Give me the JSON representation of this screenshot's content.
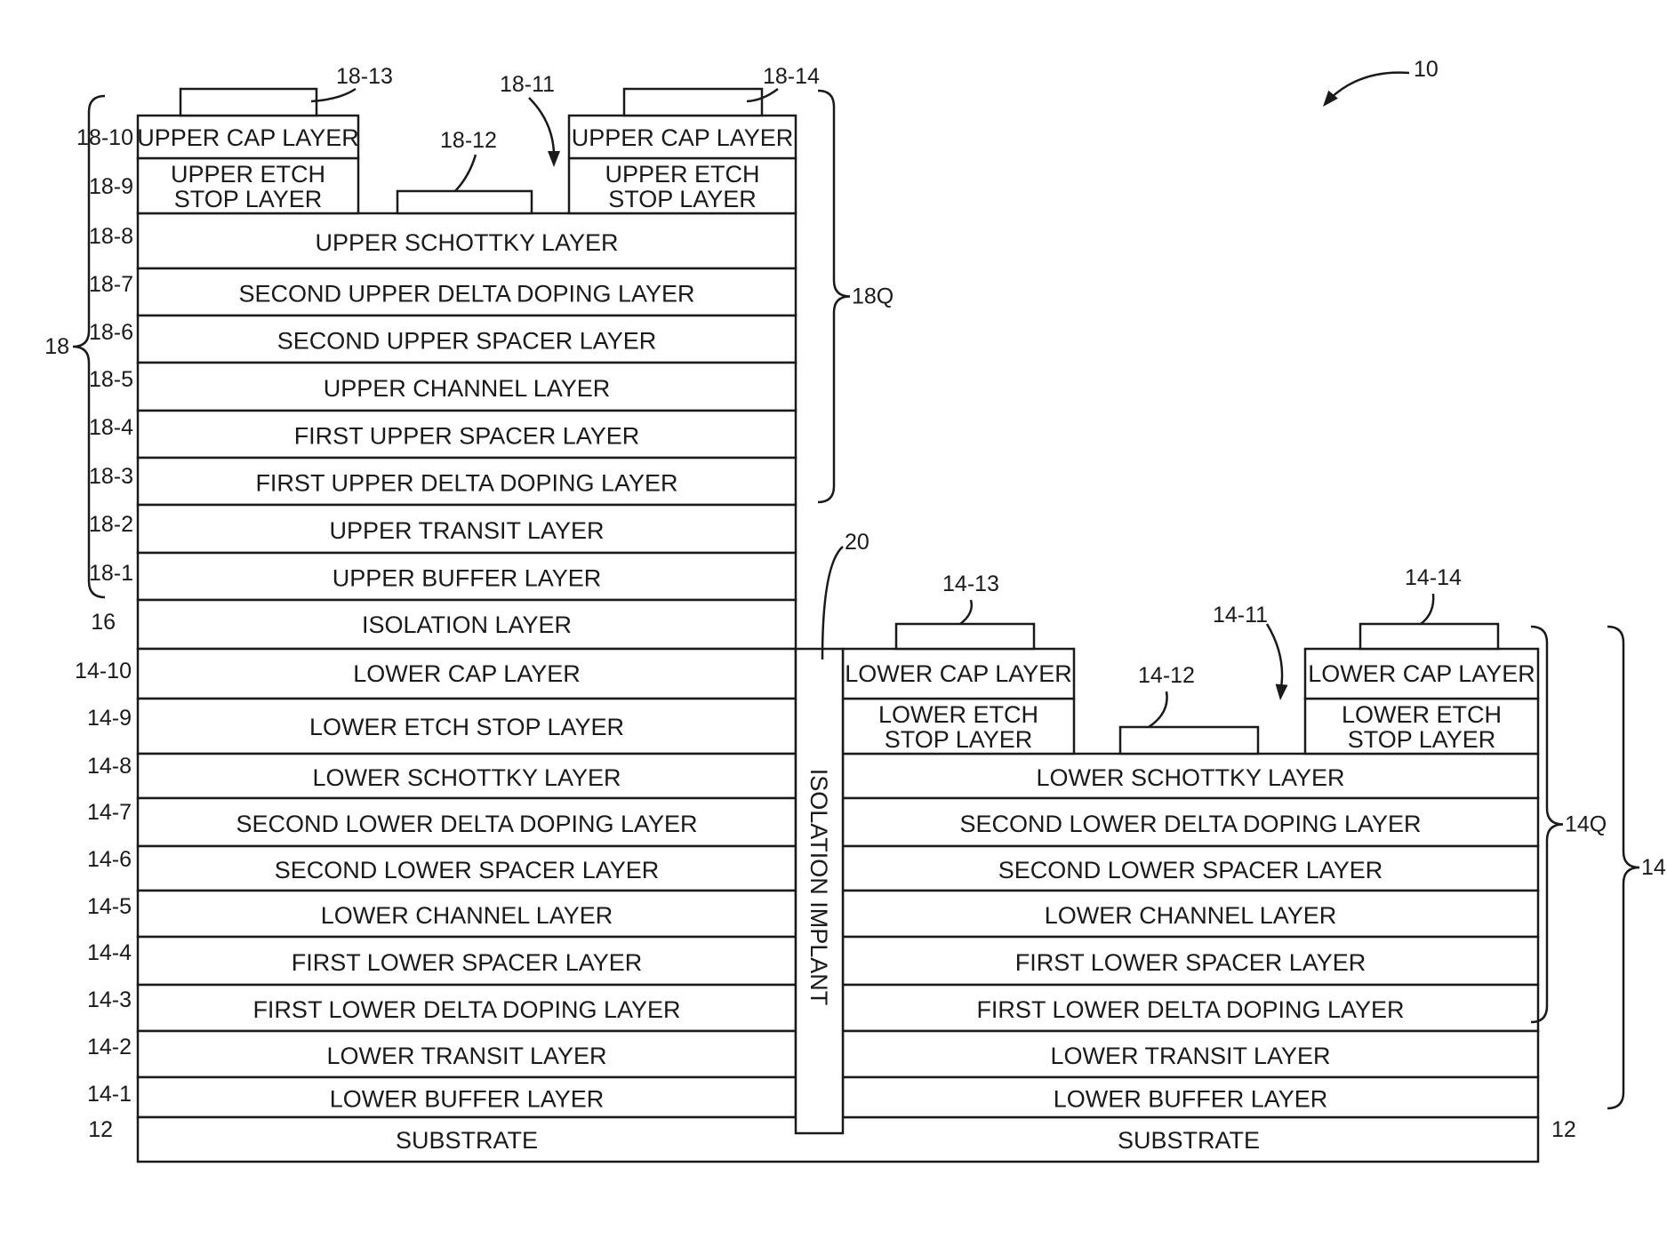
{
  "figure_ref": "10",
  "upper": {
    "left_labels": [
      "18-10",
      "18-9",
      "18-8",
      "18-7",
      "18-6",
      "18-5",
      "18-4",
      "18-3",
      "18-2",
      "18-1"
    ],
    "brace_label": "18",
    "q_label": "18Q",
    "cap_left": "UPPER CAP LAYER",
    "cap_right": "UPPER CAP LAYER",
    "etch_line1": "UPPER ETCH",
    "etch_line2": "STOP LAYER",
    "contacts": {
      "left": "18-13",
      "center": "18-12",
      "right": "18-14",
      "recess": "18-11"
    },
    "layers": [
      "UPPER SCHOTTKY LAYER",
      "SECOND UPPER DELTA DOPING LAYER",
      "SECOND UPPER SPACER LAYER",
      "UPPER CHANNEL LAYER",
      "FIRST UPPER SPACER LAYER",
      "FIRST UPPER DELTA DOPING LAYER",
      "UPPER TRANSIT LAYER",
      "UPPER BUFFER LAYER"
    ]
  },
  "isolation": {
    "label": "16",
    "text": "ISOLATION LAYER"
  },
  "implant": {
    "label": "20",
    "text": "ISOLATION IMPLANT"
  },
  "lower": {
    "left_labels": [
      "14-10",
      "14-9",
      "14-8",
      "14-7",
      "14-6",
      "14-5",
      "14-4",
      "14-3",
      "14-2",
      "14-1"
    ],
    "brace_label": "14",
    "q_label": "14Q",
    "cap": "LOWER CAP LAYER",
    "etch_full": "LOWER ETCH STOP LAYER",
    "etch_line1": "LOWER ETCH",
    "etch_line2": "STOP LAYER",
    "contacts": {
      "left": "14-13",
      "center": "14-12",
      "right": "14-14",
      "recess": "14-11"
    },
    "layers": [
      "LOWER SCHOTTKY LAYER",
      "SECOND LOWER DELTA DOPING LAYER",
      "SECOND LOWER SPACER LAYER",
      "LOWER CHANNEL LAYER",
      "FIRST LOWER SPACER LAYER",
      "FIRST LOWER DELTA DOPING LAYER",
      "LOWER TRANSIT LAYER",
      "LOWER BUFFER LAYER"
    ]
  },
  "substrate": {
    "label": "12",
    "text": "SUBSTRATE"
  }
}
